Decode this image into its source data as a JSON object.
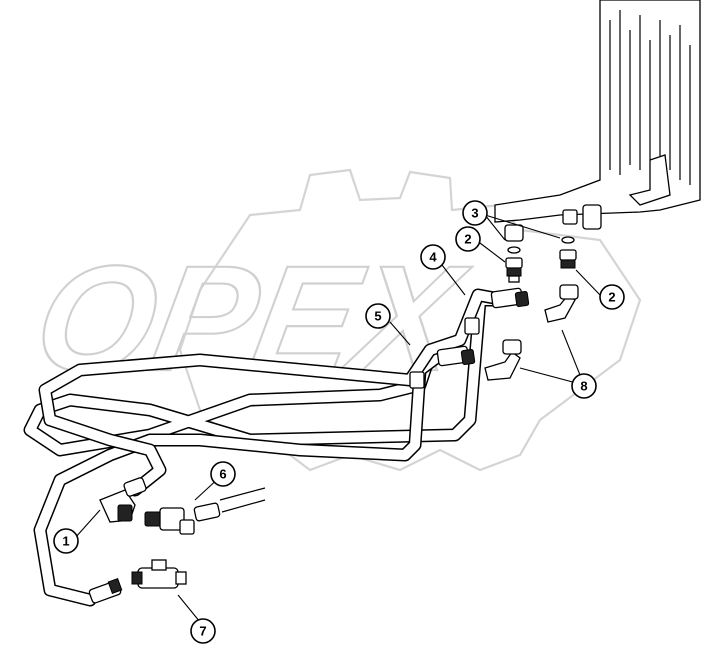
{
  "watermark": {
    "text": "OPEX",
    "color": "#d0d0d0"
  },
  "callouts": [
    {
      "id": "c1",
      "label": "1"
    },
    {
      "id": "c2a",
      "label": "2"
    },
    {
      "id": "c2b",
      "label": "2"
    },
    {
      "id": "c3",
      "label": "3"
    },
    {
      "id": "c4",
      "label": "4"
    },
    {
      "id": "c5",
      "label": "5"
    },
    {
      "id": "c6",
      "label": "6"
    },
    {
      "id": "c7",
      "label": "7"
    },
    {
      "id": "c8",
      "label": "8"
    }
  ],
  "colors": {
    "ink": "#000000",
    "background": "#ffffff"
  }
}
